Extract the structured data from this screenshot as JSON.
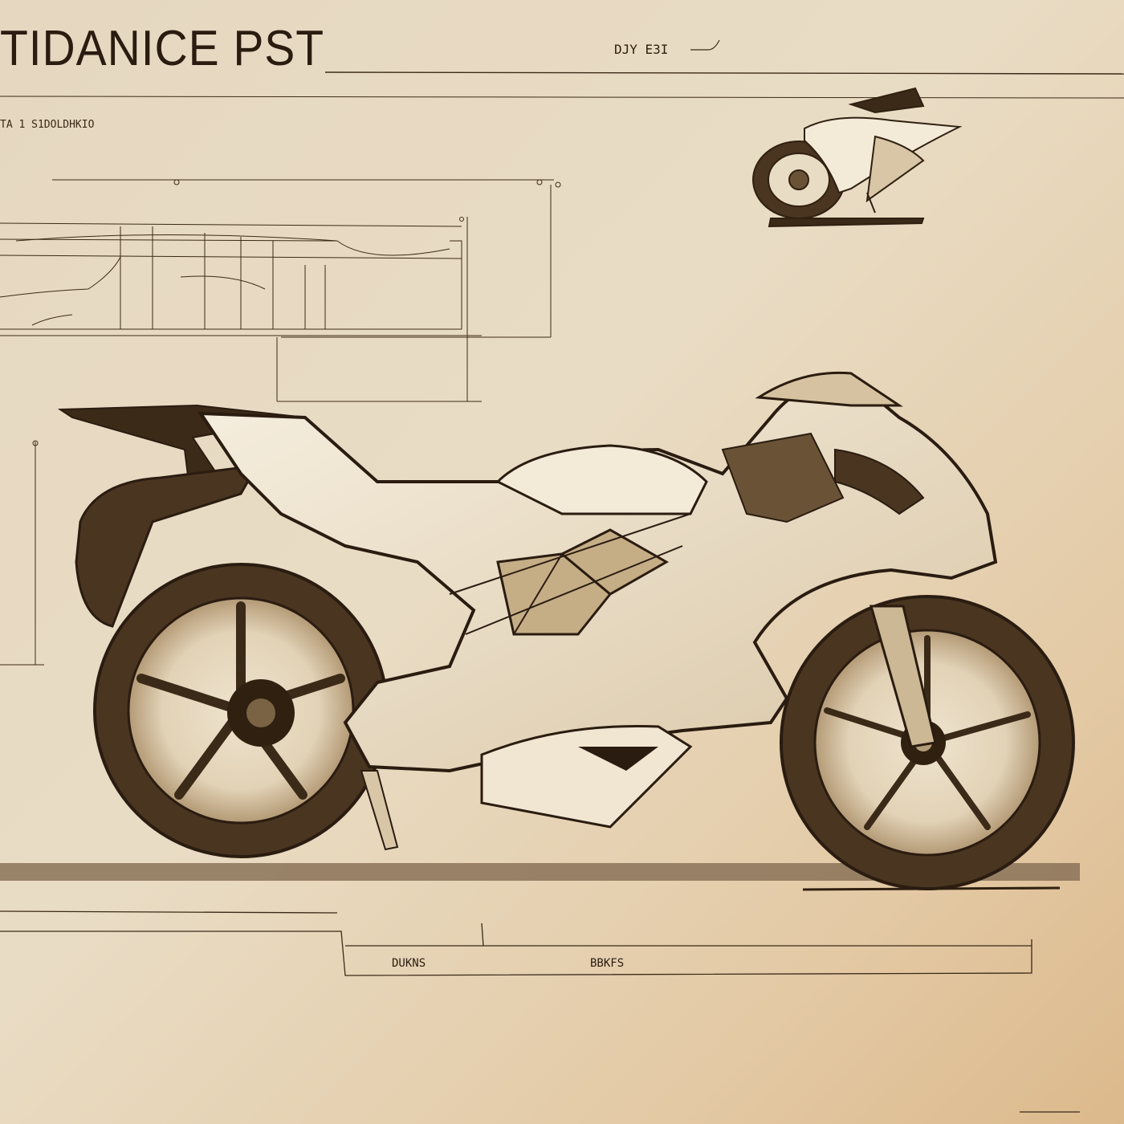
{
  "sheet": {
    "title": "TIDANICE PST",
    "subtitle": "TA 1 S1DOLDHKIO",
    "tag": "DJY E3I",
    "notes": [
      "DUKNS",
      "BBKFS"
    ]
  },
  "colors": {
    "paper": "#e6d8c0",
    "ink": "#3b2a18",
    "fairing": "#f3ead8",
    "tire": "#4a3520",
    "ground": "#8a7258"
  },
  "drawings": {
    "main_view": "motorcycle-side-elevation",
    "thumbnail": "motorcycle-perspective-sketch",
    "detail": "fairing-profile-section"
  }
}
